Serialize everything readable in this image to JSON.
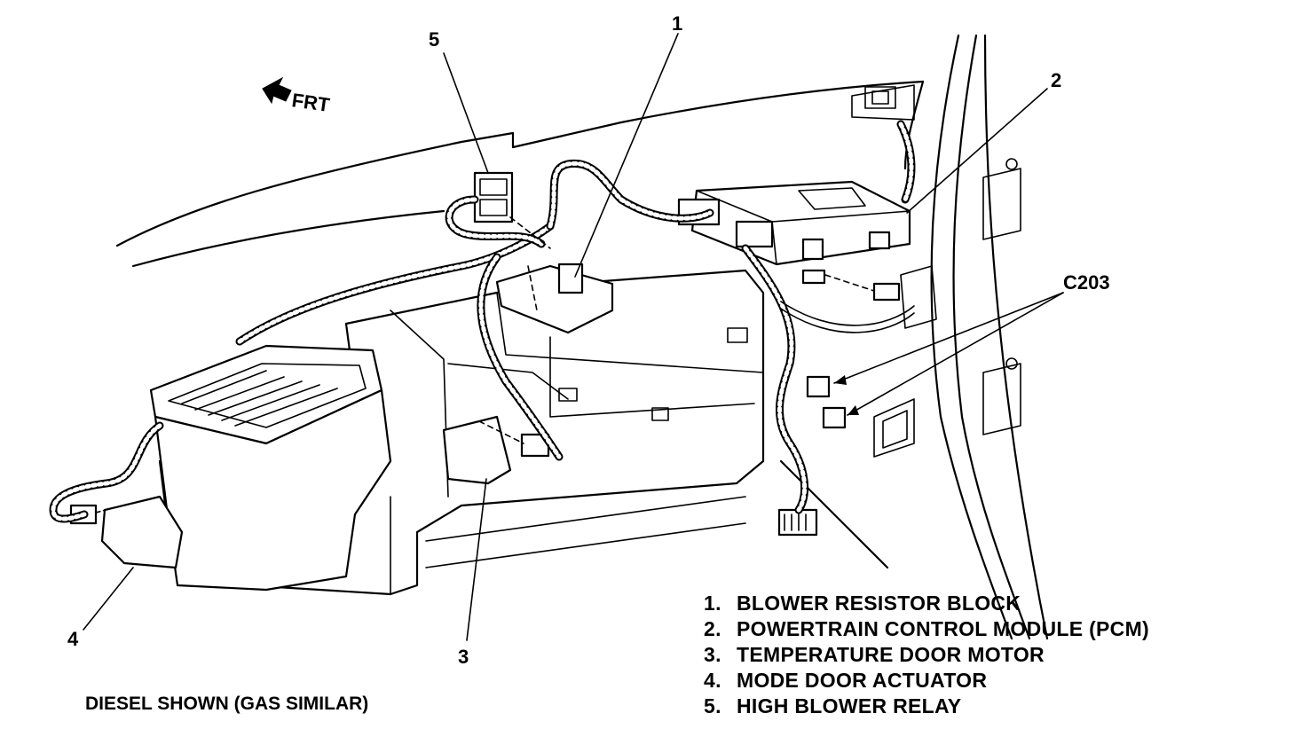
{
  "orientation": {
    "label": "FRT",
    "icon": "front-arrow-icon"
  },
  "callouts": {
    "c1": "1",
    "c2": "2",
    "c3": "3",
    "c4": "4",
    "c5": "5",
    "c203": "C203"
  },
  "legend": [
    {
      "num": "1.",
      "text": "BLOWER RESISTOR BLOCK"
    },
    {
      "num": "2.",
      "text": "POWERTRAIN CONTROL MODULE (PCM)"
    },
    {
      "num": "3.",
      "text": "TEMPERATURE DOOR MOTOR"
    },
    {
      "num": "4.",
      "text": "MODE DOOR ACTUATOR"
    },
    {
      "num": "5.",
      "text": "HIGH BLOWER RELAY"
    }
  ],
  "caption": "DIESEL SHOWN (GAS SIMILAR)"
}
